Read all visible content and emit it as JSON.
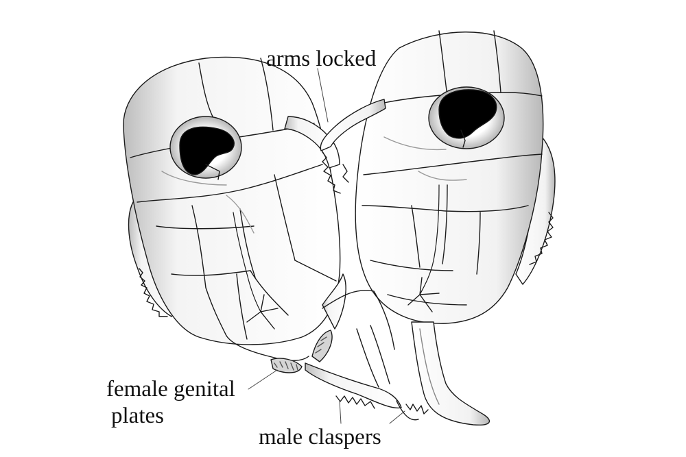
{
  "labels": {
    "arms_locked": "arms locked",
    "female_genital_line1": "female genital",
    "female_genital_line2": "plates",
    "male_claspers": "male claspers"
  },
  "colors": {
    "outline": "#1a1a1a",
    "eye": "#000000",
    "shade": "#c8c8c8",
    "plate_fill": "#ffffff"
  }
}
